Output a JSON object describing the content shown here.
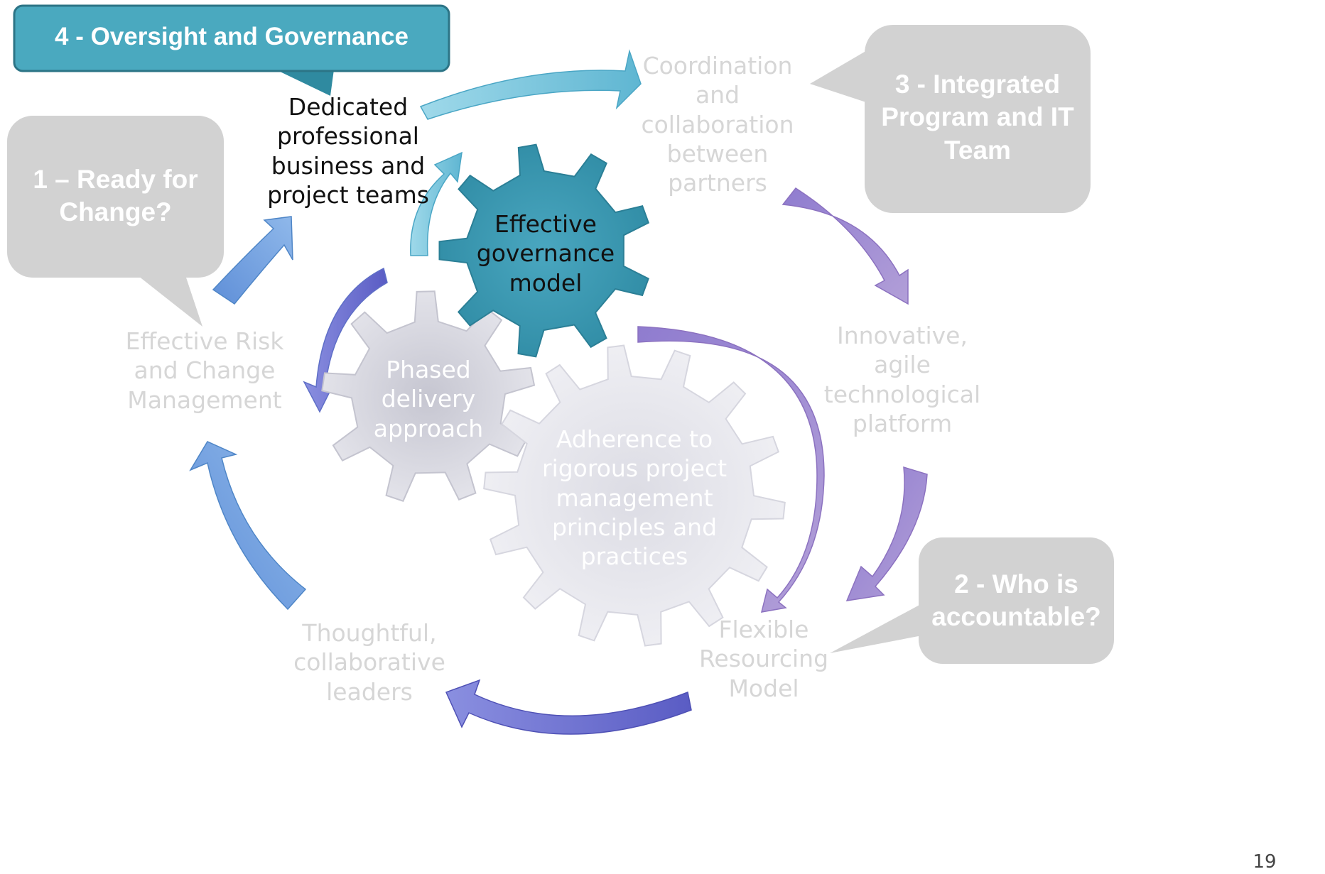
{
  "colors": {
    "callout_teal": "#4aa7bd",
    "callout_teal_dark": "#27707f",
    "gray_bubble": "#d0d0d0",
    "faded_text": "#d6d6d6",
    "gear_teal": "#3d98b0",
    "gear_gray": "#d3d3db",
    "gear_light": "#e3e3ea",
    "arrow_cyan": "#79c7dd",
    "arrow_blue": "#6f8fd8",
    "arrow_purple": "#a68ac9",
    "arrow_indigo": "#6c6cc8"
  },
  "callouts": {
    "oversight": "4 - Oversight and Governance",
    "ready": [
      "1 – Ready for",
      "Change?"
    ],
    "integrated": [
      "3 - Integrated",
      "Program and IT",
      "Team"
    ],
    "accountable": [
      "2 - Who is",
      "accountable?"
    ]
  },
  "cycle_labels": {
    "dedicated": [
      "Dedicated",
      "professional",
      "business and",
      "project teams"
    ],
    "coordination": [
      "Coordination",
      "and",
      "collaboration",
      "between",
      "partners"
    ],
    "innovative": [
      "Innovative,",
      "agile",
      "technological",
      "platform"
    ],
    "flexible": [
      "Flexible",
      "Resourcing",
      "Model"
    ],
    "thoughtful": [
      "Thoughtful,",
      "collaborative",
      "leaders"
    ],
    "risk": [
      "Effective Risk",
      "and Change",
      "Management"
    ]
  },
  "gears": {
    "governance": [
      "Effective",
      "governance",
      "model"
    ],
    "phased": [
      "Phased",
      "delivery",
      "approach"
    ],
    "adherence": [
      "Adherence to",
      "rigorous project",
      "management",
      "principles and",
      "practices"
    ]
  },
  "page_number": "19"
}
